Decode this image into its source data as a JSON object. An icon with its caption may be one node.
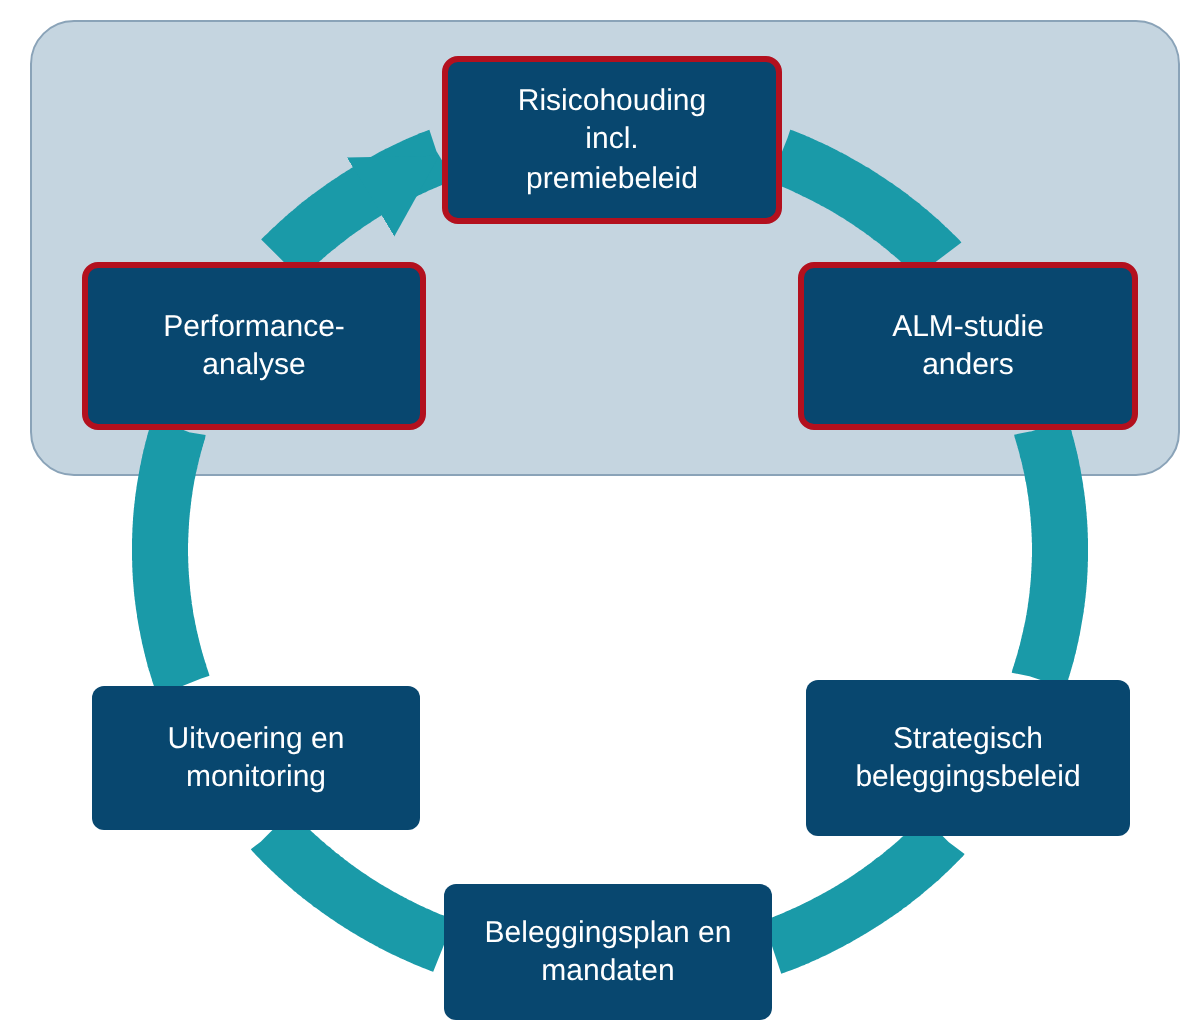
{
  "diagram": {
    "nodes": [
      {
        "text": [],
        "shape": "box"
      },
      {
        "text": [
          "Risicohouding incl. premiebeleid"
        ],
        "in": 0
      },
      {
        "text": [
          "Performance-analyse"
        ],
        "in": 0
      },
      {
        "text": [
          "ALM-studie anders"
        ],
        "in": 0
      },
      {
        "text": [
          "Uitvoering en monitoring"
        ]
      },
      {
        "text": [
          "Strategisch beleggingsbeleid"
        ]
      },
      {
        "text": [
          "Beleggingsplan en mandaten"
        ]
      }
    ],
    "edges": [
      {
        "from": 1,
        "to": 3,
        "arrow": "none"
      },
      {
        "from": 3,
        "to": 5,
        "arrow": "none"
      },
      {
        "from": 5,
        "to": 6,
        "arrow": "none"
      },
      {
        "from": 6,
        "to": 4,
        "arrow": "none"
      },
      {
        "from": 4,
        "to": 2,
        "arrow": "none"
      },
      {
        "from": 2,
        "to": 1,
        "arrow": "to"
      }
    ]
  }
}
